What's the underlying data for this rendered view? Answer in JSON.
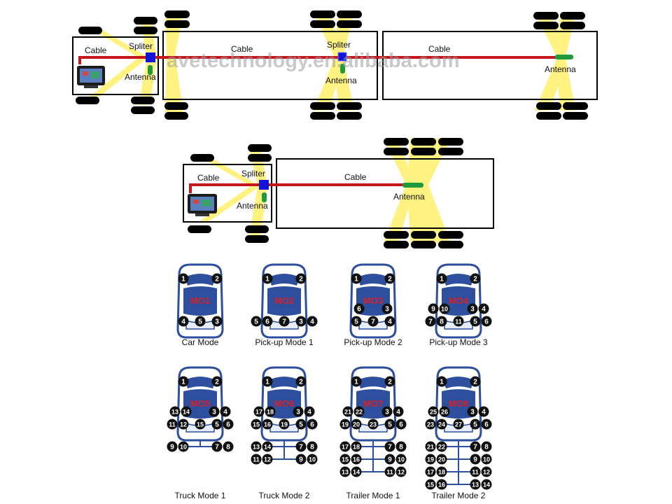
{
  "labels": {
    "cable": "Cable",
    "spliter": "Spliter",
    "antenna": "Antenna"
  },
  "watermark": "avetechnology.en.alibaba.com",
  "modes": [
    {
      "code": "MO1",
      "caption": "Car Mode",
      "top": [
        "1",
        "2"
      ],
      "mid_left": [],
      "mid_right": [],
      "bottom_left": [
        "4"
      ],
      "bottom_center": [
        "5"
      ],
      "bottom_right": [
        "3"
      ],
      "trailer_rows": []
    },
    {
      "code": "MO2",
      "caption": "Pick-up Mode 1",
      "top": [
        "1",
        "2"
      ],
      "mid_left": [],
      "mid_right": [],
      "bottom_left": [
        "5",
        "6"
      ],
      "bottom_center": [
        "7"
      ],
      "bottom_right": [
        "3",
        "4"
      ],
      "trailer_rows": []
    },
    {
      "code": "MO3",
      "caption": "Pick-up Mode 2",
      "top": [
        "1",
        "2"
      ],
      "mid_left": [
        "6"
      ],
      "mid_right": [
        "3"
      ],
      "bottom_left": [
        "5"
      ],
      "bottom_center": [
        "7"
      ],
      "bottom_right": [
        "4"
      ],
      "trailer_rows": []
    },
    {
      "code": "MO4",
      "caption": "Pick-up Mode 3",
      "top": [
        "1",
        "2"
      ],
      "mid_left": [
        "9",
        "10"
      ],
      "mid_right": [
        "3",
        "4"
      ],
      "bottom_left": [
        "7",
        "8"
      ],
      "bottom_center": [
        "11"
      ],
      "bottom_right": [
        "5",
        "6"
      ],
      "trailer_rows": []
    },
    {
      "code": "MO5",
      "caption": "Truck Mode 1",
      "top": [
        "1",
        "2"
      ],
      "mid_left": [
        "13",
        "14"
      ],
      "mid_right": [
        "3",
        "4"
      ],
      "bottom_left": [
        "11",
        "12"
      ],
      "bottom_center": [
        "15"
      ],
      "bottom_right": [
        "5",
        "6"
      ],
      "trailer_rows": [
        {
          "left": [
            "9",
            "10"
          ],
          "right": [
            "7",
            "8"
          ]
        }
      ]
    },
    {
      "code": "MO6",
      "caption": "Truck Mode 2",
      "top": [
        "1",
        "2"
      ],
      "mid_left": [
        "17",
        "18"
      ],
      "mid_right": [
        "3",
        "4"
      ],
      "bottom_left": [
        "15",
        "16"
      ],
      "bottom_center": [
        "19"
      ],
      "bottom_right": [
        "5",
        "6"
      ],
      "trailer_rows": [
        {
          "left": [
            "13",
            "14"
          ],
          "right": [
            "7",
            "8"
          ]
        },
        {
          "left": [
            "11",
            "12"
          ],
          "right": [
            "9",
            "10"
          ]
        }
      ]
    },
    {
      "code": "MO7",
      "caption": "Trailer Mode 1",
      "top": [
        "1",
        "2"
      ],
      "mid_left": [
        "21",
        "22"
      ],
      "mid_right": [
        "3",
        "4"
      ],
      "bottom_left": [
        "19",
        "20"
      ],
      "bottom_center": [
        "23"
      ],
      "bottom_right": [
        "5",
        "6"
      ],
      "trailer_rows": [
        {
          "left": [
            "17",
            "18"
          ],
          "right": [
            "7",
            "8"
          ]
        },
        {
          "left": [
            "15",
            "16"
          ],
          "right": [
            "9",
            "10"
          ]
        },
        {
          "left": [
            "13",
            "14"
          ],
          "right": [
            "11",
            "12"
          ]
        }
      ]
    },
    {
      "code": "MO8",
      "caption": "Trailer Mode 2",
      "top": [
        "1",
        "2"
      ],
      "mid_left": [
        "25",
        "26"
      ],
      "mid_right": [
        "3",
        "4"
      ],
      "bottom_left": [
        "23",
        "24"
      ],
      "bottom_center": [
        "27"
      ],
      "bottom_right": [
        "5",
        "6"
      ],
      "trailer_rows": [
        {
          "left": [
            "21",
            "22"
          ],
          "right": [
            "7",
            "8"
          ]
        },
        {
          "left": [
            "19",
            "20"
          ],
          "right": [
            "9",
            "10"
          ]
        },
        {
          "left": [
            "17",
            "18"
          ],
          "right": [
            "11",
            "12"
          ]
        },
        {
          "left": [
            "15",
            "16"
          ],
          "right": [
            "13",
            "14"
          ]
        }
      ]
    }
  ],
  "colors": {
    "cable": "#c4161c",
    "spliter": "#1414d8",
    "antenna": "#1f9a3c",
    "signal": "#fff27a",
    "car_body": "#2e4f9e",
    "car_glass": "#e6ecf8",
    "sensor": "#111111",
    "mode_text": "#d81f26"
  }
}
